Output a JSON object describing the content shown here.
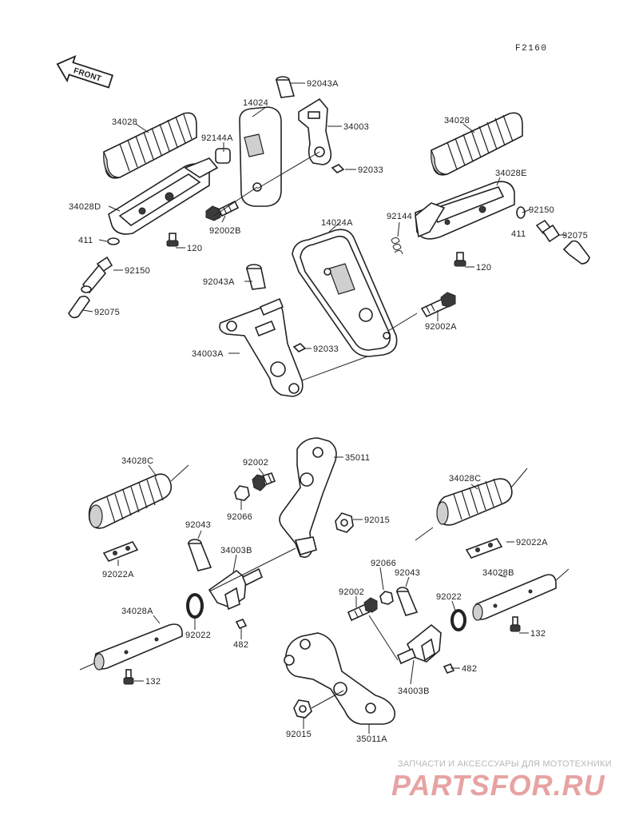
{
  "figure_code": "F2160",
  "front_label": "FRONT",
  "labels": {
    "l_92043A_a": "92043A",
    "l_14024": "14024",
    "l_34003": "34003",
    "l_34028_a": "34028",
    "l_92144A": "92144A",
    "l_92033_a": "92033",
    "l_34028_b": "34028",
    "l_34028E": "34028E",
    "l_34028D": "34028D",
    "l_92002B": "92002B",
    "l_14024A": "14024A",
    "l_92144": "92144",
    "l_92150_a": "92150",
    "l_411_a": "411",
    "l_92075_a": "92075",
    "l_120_a": "120",
    "l_120_b": "120",
    "l_411_b": "411",
    "l_92150_b": "92150",
    "l_92075_b": "92075",
    "l_92043A_b": "92043A",
    "l_92002A": "92002A",
    "l_92033_b": "92033",
    "l_34003A": "34003A",
    "l_35011": "35011",
    "l_34028C_a": "34028C",
    "l_92002_a": "92002",
    "l_92066_a": "92066",
    "l_92015_a": "92015",
    "l_34028C_b": "34028C",
    "l_92043_a": "92043",
    "l_34003B_a": "34003B",
    "l_92022A_a": "92022A",
    "l_92022A_b": "92022A",
    "l_92066_b": "92066",
    "l_92043_b": "92043",
    "l_34028B": "34028B",
    "l_34028A": "34028A",
    "l_92022_a": "92022",
    "l_482_a": "482",
    "l_92002_b": "92002",
    "l_92022_b": "92022",
    "l_132_a": "132",
    "l_132_b": "132",
    "l_482_b": "482",
    "l_34003B_b": "34003B",
    "l_92015_b": "92015",
    "l_35011A": "35011A"
  },
  "watermark": {
    "caption": "ЗАПЧАСТИ И АКСЕССУАРЫ ДЛЯ МОТОТЕХНИКИ",
    "logo": "PARTSFOR.RU"
  }
}
